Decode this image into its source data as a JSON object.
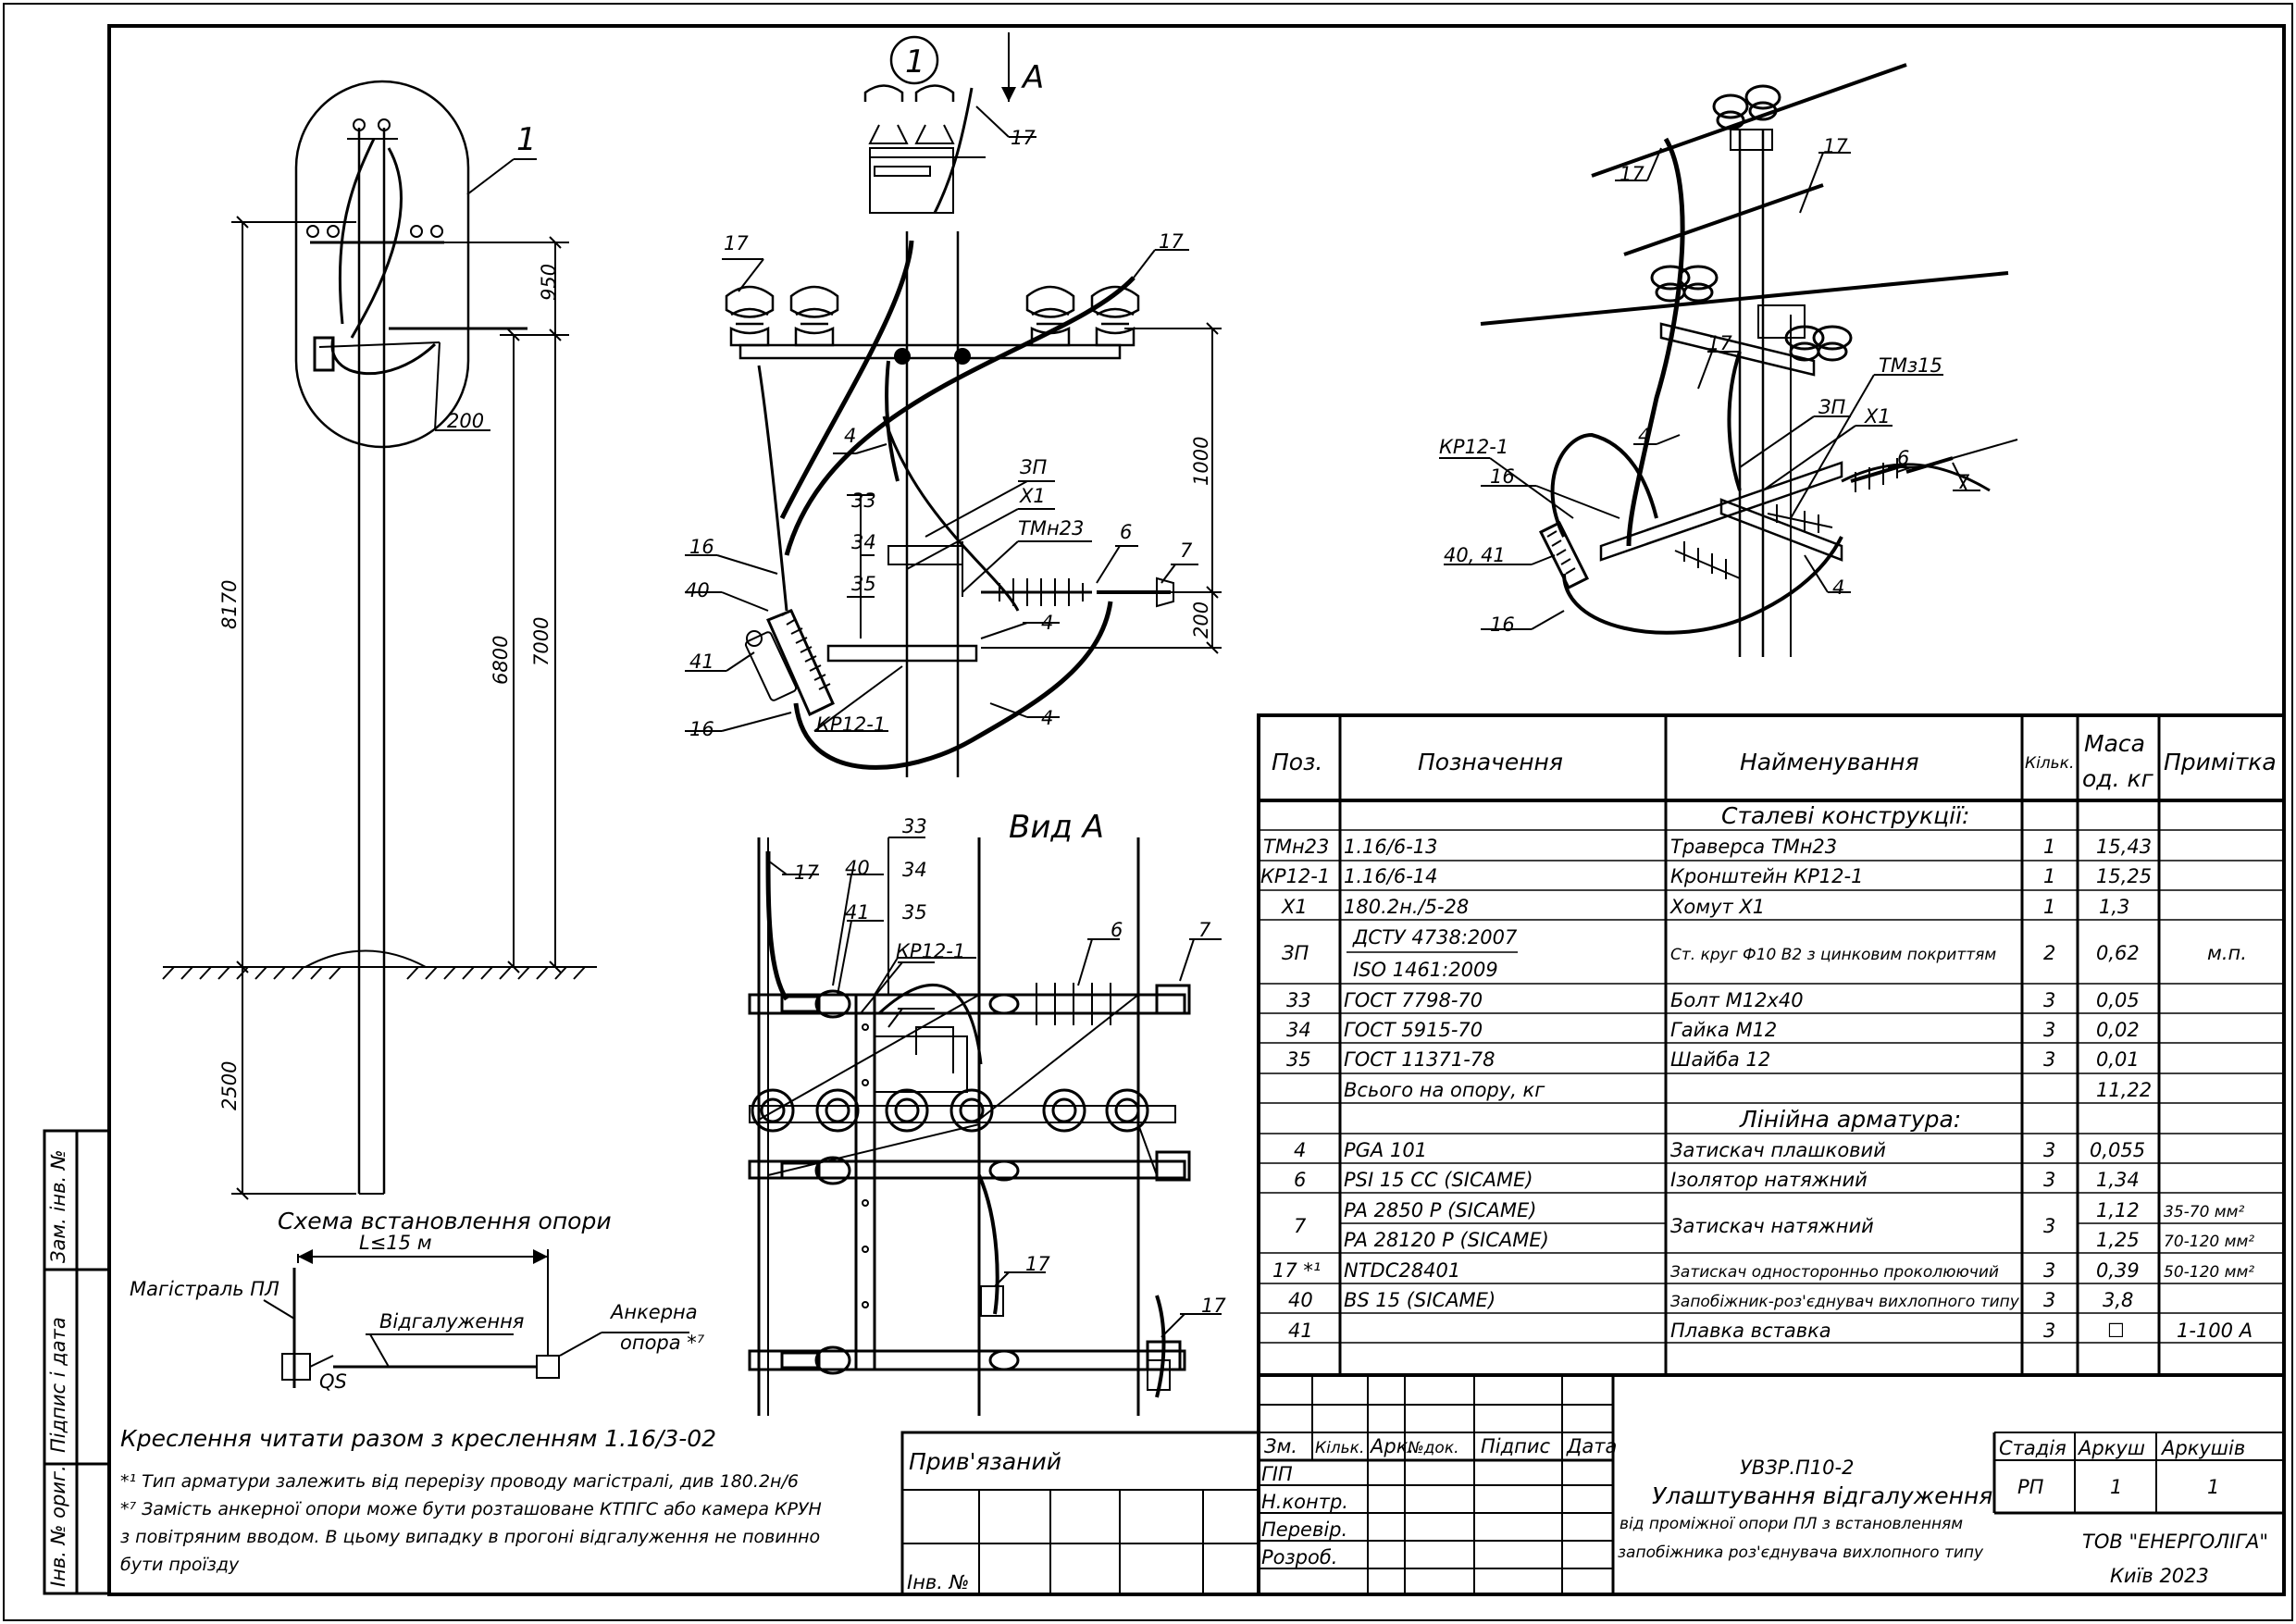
{
  "detail_marker": "1",
  "view_a_arrow": "A",
  "view_a_title": "Вид А",
  "install_label": "1",
  "dims": {
    "d950": "950",
    "d200": "200",
    "d8170": "8170",
    "d6800": "6800",
    "d7000": "7000",
    "d2500": "2500",
    "d1000": "1000",
    "d200b": "200",
    "span": "L≤15 м"
  },
  "install_title": "Схема встановлення опори",
  "scheme": {
    "main_line": "Магістраль ПЛ",
    "branch": "Відгалуження",
    "anchor1": "Анкерна",
    "anchor2": "опора *⁷",
    "qs": "QS"
  },
  "callouts": {
    "p17": "17",
    "p16": "16",
    "p40": "40",
    "p41": "41",
    "p4": "4",
    "p6": "6",
    "p7": "7",
    "p33": "33",
    "p34": "34",
    "p35": "35",
    "zp": "ЗП",
    "x1": "Х1",
    "tmn23": "ТМн23",
    "kr12": "КР12-1",
    "tmz15": "ТМз15",
    "p4041": "40, 41"
  },
  "spec": {
    "headers": [
      "Поз.",
      "Позначення",
      "Найменування",
      "Кільк.",
      "Маса",
      "од. кг",
      "Примітка"
    ],
    "section_steel": "Сталеві конструкції:",
    "section_line": "Лінійна арматура:",
    "rows_steel": [
      {
        "pos": "ТМн23",
        "des": "1.16/6-13",
        "name": "Траверса ТМн23",
        "qty": "1",
        "mass": "15,43",
        "note": ""
      },
      {
        "pos": "КР12-1",
        "des": "1.16/6-14",
        "name": "Кронштейн КР12-1",
        "qty": "1",
        "mass": "15,25",
        "note": ""
      },
      {
        "pos": "Х1",
        "des": "180.2н./5-28",
        "name": "Хомут Х1",
        "qty": "1",
        "mass": "1,3",
        "note": ""
      }
    ],
    "row_zp": {
      "pos": "ЗП",
      "des1": "ДСТУ 4738:2007",
      "des2": "ISO 1461:2009",
      "name": "Ст. круг Ф10 В2 з цинковим покриттям",
      "qty": "2",
      "mass": "0,62",
      "note": "м.п."
    },
    "rows_steel2": [
      {
        "pos": "33",
        "des": "ГОСТ 7798-70",
        "name": "Болт М12х40",
        "qty": "3",
        "mass": "0,05",
        "note": ""
      },
      {
        "pos": "34",
        "des": "ГОСТ 5915-70",
        "name": "Гайка М12",
        "qty": "3",
        "mass": "0,02",
        "note": ""
      },
      {
        "pos": "35",
        "des": "ГОСТ 11371-78",
        "name": "Шайба 12",
        "qty": "3",
        "mass": "0,01",
        "note": ""
      }
    ],
    "total_label": "Всього на опору, кг",
    "total_mass": "11,22",
    "rows_line": [
      {
        "pos": "4",
        "des": "PGA 101",
        "name": "Затискач плашковий",
        "qty": "3",
        "mass": "0,055",
        "note": ""
      },
      {
        "pos": "6",
        "des": "PSI 15 CC (SICAME)",
        "name": "Ізолятор натяжний",
        "qty": "3",
        "mass": "1,34",
        "note": ""
      }
    ],
    "row_7": {
      "pos": "7",
      "des1": "PA 2850 P (SICAME)",
      "des2": "PA 28120 P (SICAME)",
      "name": "Затискач натяжний",
      "qty": "3",
      "mass1": "1,12",
      "mass2": "1,25",
      "note1": "35-70 мм²",
      "note2": "70-120 мм²"
    },
    "rows_line2": [
      {
        "pos": "17 *¹",
        "des": "NTDC28401",
        "name": "Затискач односторонньо проколюючий",
        "qty": "3",
        "mass": "0,39",
        "note": "50-120 мм²"
      },
      {
        "pos": "40",
        "des": "BS 15 (SICAME)",
        "name": "Запобіжник-роз'єднувач вихлопного типу",
        "qty": "3",
        "mass": "3,8",
        "note": ""
      },
      {
        "pos": "41",
        "des": "",
        "name": "Плавка вставка",
        "qty": "3",
        "mass": "☐",
        "note": "1-100 А"
      }
    ]
  },
  "notes": {
    "read_with": "Креслення читати разом з кресленням 1.16/3-02",
    "n1": "*¹ Тип арматури залежить від перерізу проводу магістралі, див 180.2н/6",
    "n7a": "*⁷ Замість анкерної опори може бути розташоване КТПГС або камера КРУН",
    "n7b": "з повітряним вводом. В цьому випадку в прогоні відгалуження не повинно",
    "n7c": "бути проїзду"
  },
  "side_stamp": [
    "Інв. № ориг.",
    "Підпис і дата",
    "Зам. інв. №"
  ],
  "title_block": {
    "bound": "Прив'язаний",
    "inv": "Інв. №",
    "cols": [
      "Зм.",
      "Кільк.",
      "Арк.",
      "№док.",
      "Підпис",
      "Дата"
    ],
    "roles": [
      "ГІП",
      "Н.контр.",
      "Перевір.",
      "Розроб."
    ],
    "code": "УВЗР.П10-2",
    "title1": "Улаштування відгалуження",
    "title2": "від проміжної опори ПЛ з встановленням",
    "title3": "запобіжника роз'єднувача вихлопного типу",
    "stage_h": "Стадія",
    "sheet_h": "Аркуш",
    "sheets_h": "Аркушів",
    "stage": "РП",
    "sheet": "1",
    "sheets": "1",
    "org": "ТОВ \"ЕНЕРГОЛІГА\"",
    "city": "Київ 2023"
  }
}
